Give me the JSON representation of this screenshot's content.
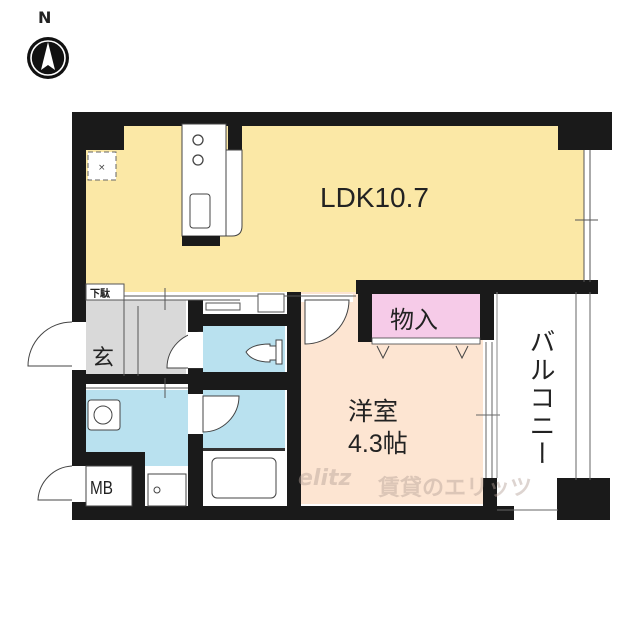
{
  "compass": {
    "label": "N",
    "icon": "north-arrow-icon"
  },
  "rooms": {
    "ldk": {
      "label": "LDK10.7",
      "color": "#fbe8a6"
    },
    "closet": {
      "label": "物入",
      "color": "#f6cbe8"
    },
    "western_room": {
      "line1": "洋室",
      "line2": "4.3帖",
      "color": "#fde5d2"
    },
    "balcony": {
      "label": "バルコニー",
      "color": "#ffffff"
    },
    "entrance": {
      "label": "玄",
      "color": "#d9d9d9"
    },
    "shoe_box": {
      "label": "下駄"
    },
    "meter_box": {
      "label": "MB"
    },
    "toilet": {
      "color": "#b9e1ef"
    },
    "washroom": {
      "color": "#b9e1ef"
    },
    "bathroom": {
      "color": "#b9e1ef"
    }
  },
  "watermark": {
    "logo": "elitz",
    "text": "賃貸のエリッツ"
  },
  "colors": {
    "wall": "#1a1a1a",
    "wet_area": "#b9e1ef"
  }
}
